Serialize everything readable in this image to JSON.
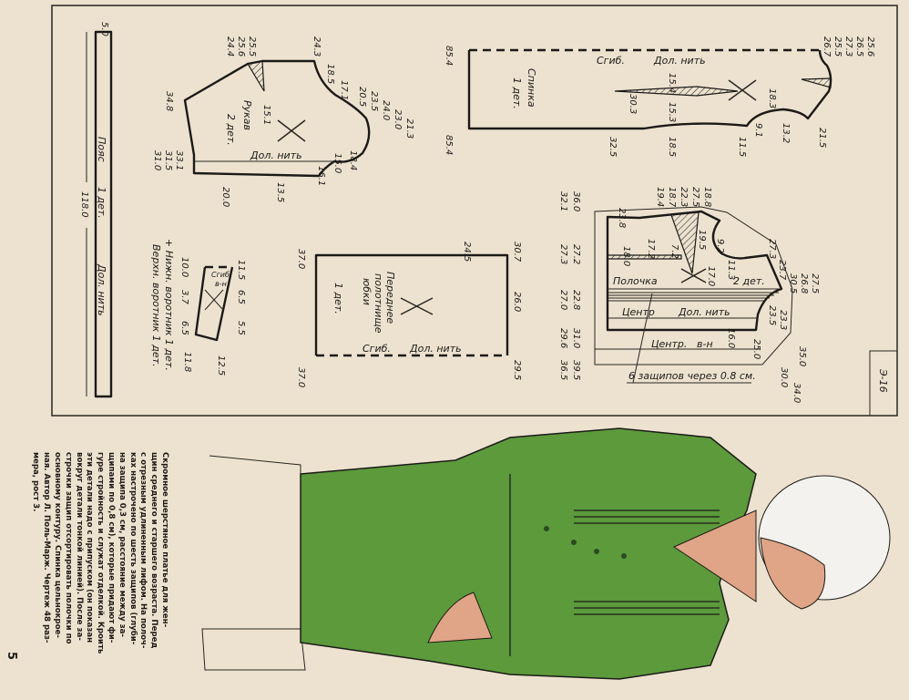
{
  "code": "Э-16",
  "page_number": "5",
  "belt": {
    "title": "Пояс",
    "count": "1 дет.",
    "grain": "Дол. нить",
    "width": "5.0",
    "length": "118.0"
  },
  "sleeve": {
    "title": "Рукав",
    "count": "2 дет.",
    "grain": "Дол. нить",
    "dims": [
      "24.4",
      "25.6",
      "25.5",
      "24.3",
      "18.5",
      "17.1",
      "15.1",
      "34.8",
      "20.5",
      "23.5",
      "24.0",
      "23.0",
      "21.3",
      "18.4",
      "15.0",
      "16.1",
      "13.5",
      "20.0",
      "31.0",
      "31.5",
      "33.1"
    ]
  },
  "back": {
    "title": "Спинка",
    "count": "1 дет.",
    "fold": "Сгиб.",
    "grain": "Дол. нить",
    "dims": [
      "85.4",
      "85.4",
      "26.7",
      "25.5",
      "27.3",
      "26.5",
      "25.6",
      "18.3",
      "15.4",
      "15.3",
      "30.3",
      "21.5",
      "13.2",
      "9.1",
      "11.5",
      "18.5",
      "32.5"
    ]
  },
  "front": {
    "title": "Полочка",
    "count": "2 дет.",
    "center": "Центр",
    "grain": "Дол. нить",
    "center2": "Центр.",
    "center2_note": "в-н",
    "note": "6 защипов через 0.8 см.",
    "dims": [
      "32.1",
      "36.0",
      "23.8",
      "19.4",
      "18.7",
      "22.3",
      "27.5",
      "18.8",
      "19.5",
      "9.2",
      "7.2",
      "27.3",
      "27.2",
      "18.0",
      "17.2",
      "11.3",
      "27.3",
      "23.7",
      "17.0",
      "30.5",
      "26.8",
      "27.5",
      "27.0",
      "22.8",
      "23.5",
      "23.3",
      "29.6",
      "16.0",
      "25.0",
      "35.0",
      "31.0",
      "36.5",
      "30.0",
      "39.5",
      "34.0"
    ]
  },
  "skirt": {
    "title_lines": [
      "Переднее",
      "полотнище",
      "юбки"
    ],
    "count": "1 дет.",
    "fold": "Сгиб.",
    "grain": "Дол. нить",
    "dims": [
      "37.0",
      "24.5",
      "30.7",
      "26.0",
      "37.0",
      "29.5"
    ]
  },
  "collar": {
    "line1": "+ Нижн. воротник 1 дет.",
    "line2": "Верхн. воротник 1 дет.",
    "fold": "Сгиб",
    "fold_note": "в-н",
    "dims": [
      "10.0",
      "11.5",
      "3.7",
      "6.5",
      "6.5",
      "5.5",
      "11.8",
      "12.5"
    ]
  },
  "description_lines": [
    "Скромное шерстяное платье для жен-",
    "щин среднего и старшего возраста. Перед",
    "с отрезным удлиненным лифом. На полоч-",
    "ках настрочено по шесть защипов (глуби-",
    "на защипа 0,3 см, расстояние между за-",
    "щипами по 0,8 см), которые придают фи-",
    "гуре стройность и служат отделкой. Кроить",
    "эти детали надо с припуском (он показан",
    "вокруг детали тонкой линией). После за-",
    "строчки защип отсортировать полочки по",
    "основному контуру. Спинка цельнокрое-",
    "ная. Автор Л. Поль-Марж. Чертеж 48 раз-",
    "мера, рост 3."
  ],
  "colors": {
    "paper": "#ece2cf",
    "ink": "#1c1a18",
    "dress": "#5c9a3c",
    "skin": "#e0a486",
    "hair": "#f4f2ee"
  }
}
